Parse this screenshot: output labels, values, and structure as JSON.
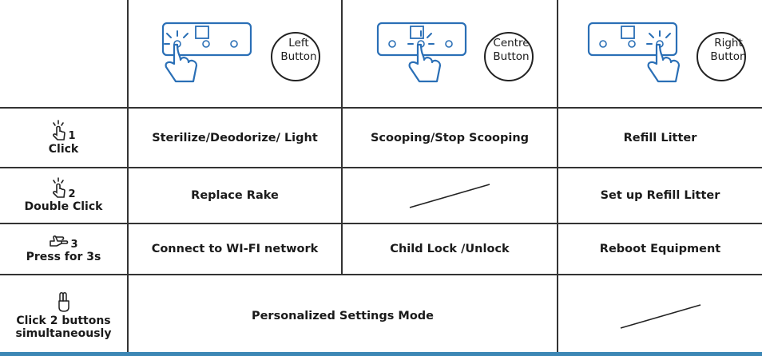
{
  "header": {
    "buttons": [
      {
        "line1": "Left",
        "line2": "Button"
      },
      {
        "line1": "Centre",
        "line2": "Button"
      },
      {
        "line1": "Right",
        "line2": "Button"
      }
    ]
  },
  "actions": [
    {
      "label": "Click",
      "label2": "",
      "icon": "single-tap-icon",
      "count": "1"
    },
    {
      "label": "Double Click",
      "label2": "",
      "icon": "double-tap-icon",
      "count": "2"
    },
    {
      "label": "Press for 3s",
      "label2": "",
      "icon": "press-hold-icon",
      "count": "3"
    },
    {
      "label": "Click 2 buttons",
      "label2": "simultaneously",
      "icon": "two-finger-icon",
      "count": ""
    }
  ],
  "rows": [
    [
      "Sterilize/Deodorize/ Light",
      "Scooping/Stop Scooping",
      "Refill Litter"
    ],
    [
      "Replace Rake",
      "",
      "Set up Refill Litter"
    ],
    [
      "Connect to WI-FI network",
      "Child Lock /Unlock",
      "Reboot Equipment"
    ],
    [
      "Personalized Settings Mode",
      ""
    ]
  ],
  "colors": {
    "line": "#333333",
    "bar": "#3d87b5"
  }
}
